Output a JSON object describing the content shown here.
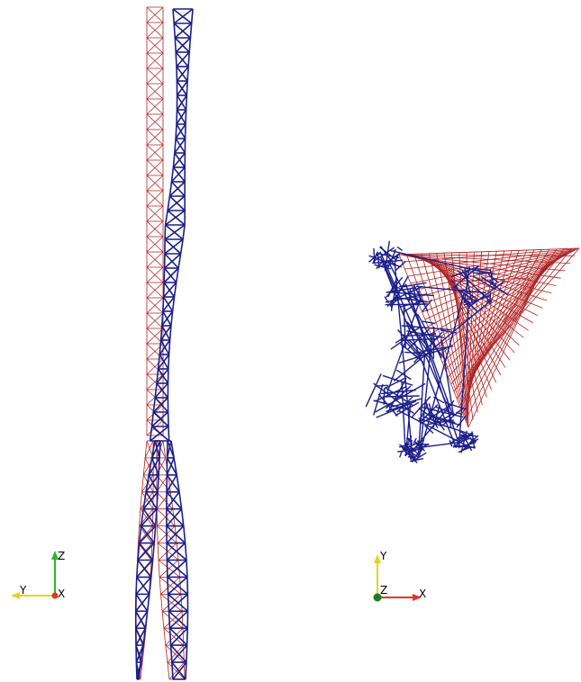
{
  "colors": {
    "undeformed": "#b22222",
    "deformed": "#1c1f8a",
    "axis_x": "#e8341c",
    "axis_y": "#e6d41a",
    "axis_z": "#2bb52b",
    "axis_z_dot": "#1e7a1e"
  },
  "left_view": {
    "axes": {
      "up": "Z",
      "left": "Y",
      "origin": "X"
    }
  },
  "right_view": {
    "axes": {
      "up": "Y",
      "right": "X",
      "origin": "Z"
    }
  }
}
